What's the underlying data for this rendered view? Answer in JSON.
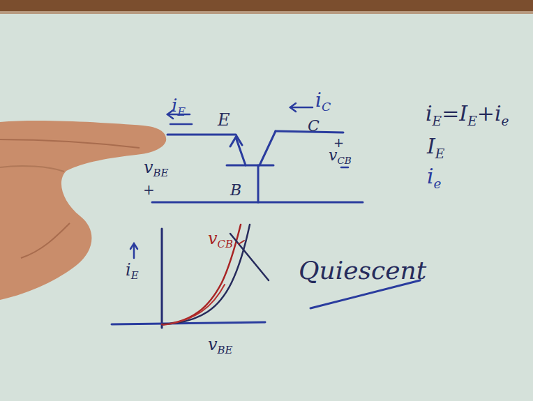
{
  "diagram": {
    "labels": [
      "iE",
      "E",
      "iC",
      "C",
      "+",
      "vCB",
      "vBE",
      "+",
      "B",
      "iE=IE+ie",
      "IE",
      "ie",
      "iE",
      "vCB",
      "vBE",
      "Quiescent"
    ]
  }
}
